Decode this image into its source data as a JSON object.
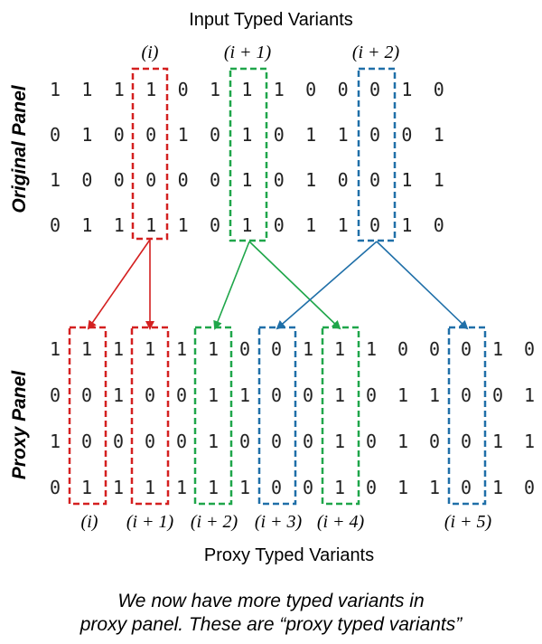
{
  "top_title": "Input Typed Variants",
  "bottom_title": "Proxy Typed Variants",
  "original_panel": {
    "label": "Original Panel",
    "rows": [
      [
        "1",
        "1",
        "1",
        "1",
        "0",
        "1",
        "1",
        "1",
        "0",
        "0",
        "0",
        "1",
        "0"
      ],
      [
        "0",
        "1",
        "0",
        "0",
        "1",
        "0",
        "1",
        "0",
        "1",
        "1",
        "0",
        "0",
        "1"
      ],
      [
        "1",
        "0",
        "0",
        "0",
        "0",
        "0",
        "1",
        "0",
        "1",
        "0",
        "0",
        "1",
        "1"
      ],
      [
        "0",
        "1",
        "1",
        "1",
        "1",
        "0",
        "1",
        "0",
        "1",
        "1",
        "0",
        "1",
        "0"
      ]
    ],
    "highlight_labels": [
      "(i)",
      "(i + 1)",
      "(i + 2)"
    ]
  },
  "proxy_panel": {
    "label": "Proxy Panel",
    "rows": [
      [
        "1",
        "1",
        "1",
        "1",
        "1",
        "1",
        "0",
        "0",
        "1",
        "1",
        "1",
        "0",
        "0",
        "0",
        "1",
        "0"
      ],
      [
        "0",
        "0",
        "1",
        "0",
        "0",
        "1",
        "1",
        "0",
        "0",
        "1",
        "0",
        "1",
        "1",
        "0",
        "0",
        "1"
      ],
      [
        "1",
        "0",
        "0",
        "0",
        "0",
        "1",
        "0",
        "0",
        "0",
        "1",
        "0",
        "1",
        "0",
        "0",
        "1",
        "1"
      ],
      [
        "0",
        "1",
        "1",
        "1",
        "1",
        "1",
        "1",
        "0",
        "0",
        "1",
        "0",
        "1",
        "1",
        "0",
        "1",
        "0"
      ]
    ],
    "highlight_labels": [
      "(i)",
      "(i + 1)",
      "(i + 2)",
      "(i + 3)",
      "(i + 4)",
      "(i + 5)"
    ]
  },
  "caption_lines": [
    "We now have more typed variants in",
    "proxy panel. These are “proxy typed variants”"
  ],
  "colors": {
    "red": "#d42020",
    "green": "#1fa64a",
    "blue": "#1f6fa8",
    "text": "#222222"
  }
}
